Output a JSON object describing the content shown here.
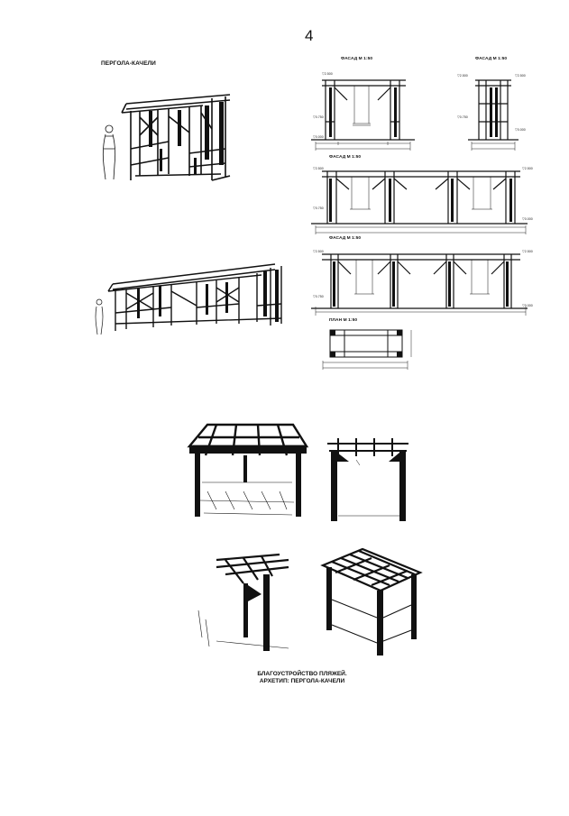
{
  "page_number": "4",
  "pergola_title": "ПЕРГОЛА-КАЧЕЛИ",
  "drawings": {
    "facade_1": "ФАСАД М 1:50",
    "facade_2": "ФАСАД М 1:50",
    "facade_3": "ФАСАД М 1:50",
    "facade_4": "ФАСАД М 1:50",
    "plan": "ПЛАН М 1:50"
  },
  "caption": {
    "line1": "БЛАГОУСТРОЙСТВО ПЛЯЖЕЙ.",
    "line2": "АРХЕТИП: ПЕРГОЛА-КАЧЕЛИ"
  }
}
